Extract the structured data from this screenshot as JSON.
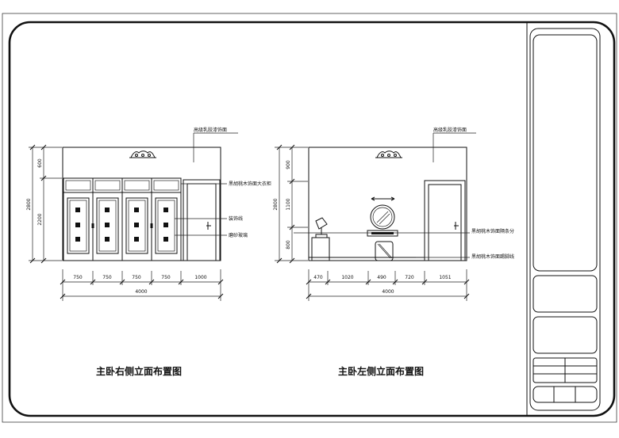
{
  "right_elevation": {
    "title": "主卧右侧立面布置图",
    "callouts": {
      "top": "高级乳胶漆饰面",
      "wardrobe": "黑胡桃木饰面大衣柜",
      "line": "装饰线",
      "glass": "磨砂玻璃"
    },
    "dims_horizontal": [
      "750",
      "750",
      "750",
      "750",
      "1000"
    ],
    "total": "4000",
    "dims_vertical": [
      "600",
      "2200"
    ],
    "overall_height": "2800"
  },
  "left_elevation": {
    "title": "主卧左侧立面布置图",
    "callouts": {
      "top": "高级乳胶漆饰面",
      "trim": "黑胡桃木饰面隔条分",
      "skirting": "黑胡桃木饰面踢脚线"
    },
    "dims_horizontal": [
      "470",
      "1020",
      "490",
      "720",
      "1051"
    ],
    "total": "4000",
    "dims_vertical": [
      "900",
      "1100",
      "800"
    ],
    "overall_height": "2800"
  }
}
